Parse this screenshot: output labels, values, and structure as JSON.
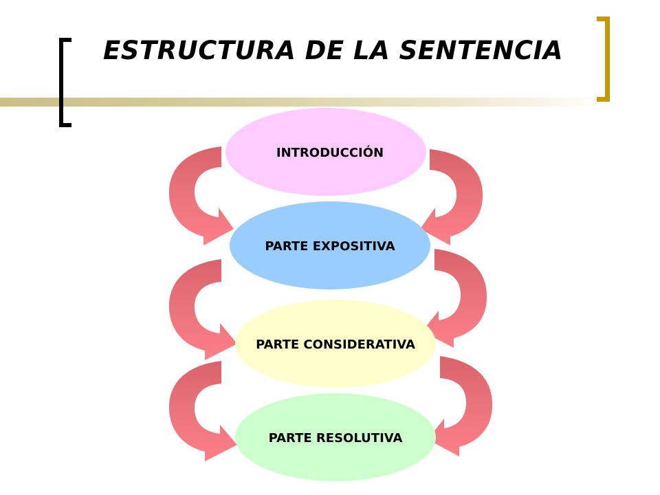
{
  "title": "ESTRUCTURA DE LA SENTENCIA",
  "steps": [
    {
      "label": "INTRODUCCIÓN",
      "color": "#ffccff"
    },
    {
      "label": "PARTE EXPOSITIVA",
      "color": "#99ccff"
    },
    {
      "label": "PARTE CONSIDERATIVA",
      "color": "#ffffcc"
    },
    {
      "label": "PARTE RESOLUTIVA",
      "color": "#ccffcc"
    }
  ],
  "colors": {
    "arrow_light": "#ff7f86",
    "arrow_dark": "#d9636b",
    "left_bracket": "#000000",
    "right_bracket": "#c99a00"
  }
}
